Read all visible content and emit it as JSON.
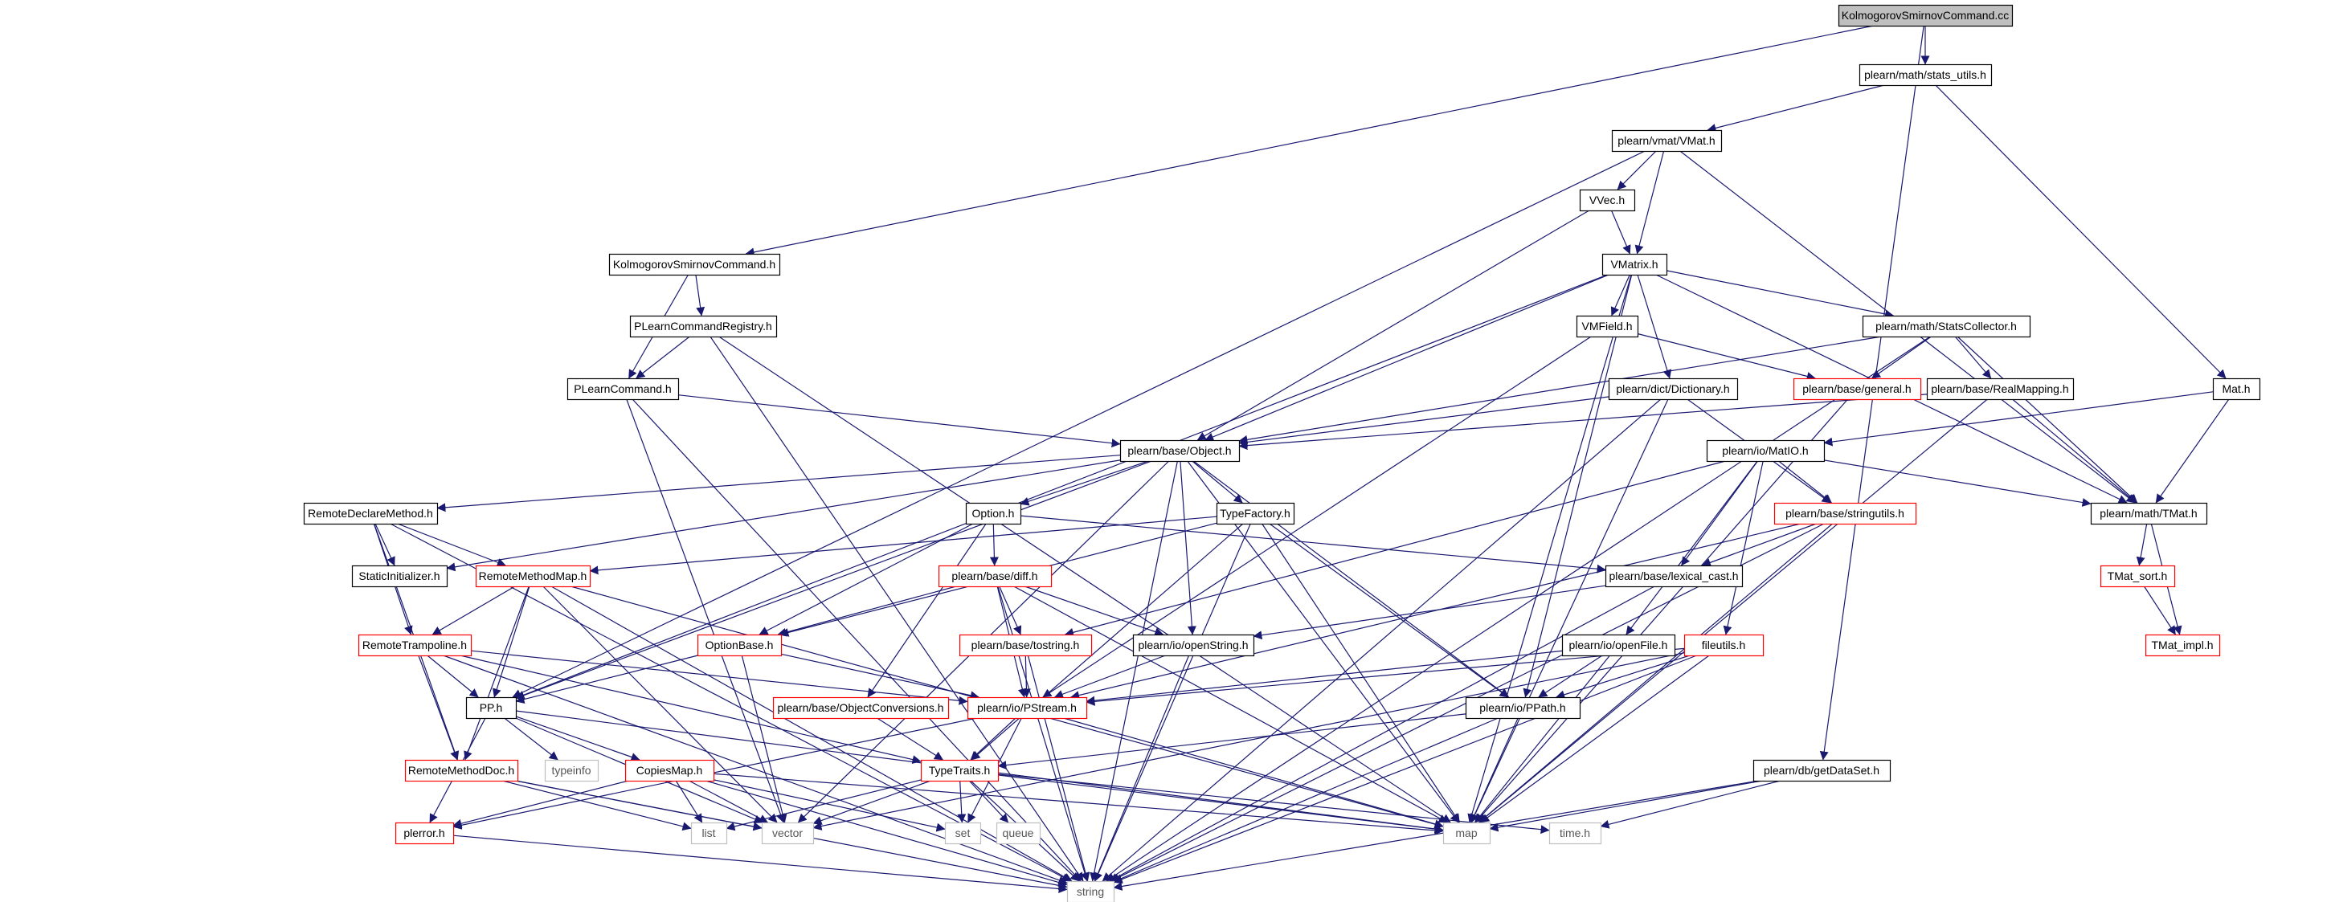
{
  "graph": {
    "nodes": {
      "root": {
        "label": "KolmogorovSmirnovCommand.cc",
        "style": "root"
      },
      "stats_utils": {
        "label": "plearn/math/stats_utils.h",
        "style": "normal"
      },
      "vmat": {
        "label": "plearn/vmat/VMat.h",
        "style": "normal"
      },
      "ksc_h": {
        "label": "KolmogorovSmirnovCommand.h",
        "style": "normal"
      },
      "vvec": {
        "label": "VVec.h",
        "style": "normal"
      },
      "vmatrix": {
        "label": "VMatrix.h",
        "style": "normal"
      },
      "mat": {
        "label": "Mat.h",
        "style": "normal"
      },
      "registry": {
        "label": "PLearnCommandRegistry.h",
        "style": "normal"
      },
      "vmfield": {
        "label": "VMField.h",
        "style": "normal"
      },
      "statscollector": {
        "label": "plearn/math/StatsCollector.h",
        "style": "normal"
      },
      "plcommand": {
        "label": "PLearnCommand.h",
        "style": "normal"
      },
      "dictionary": {
        "label": "plearn/dict/Dictionary.h",
        "style": "normal"
      },
      "general": {
        "label": "plearn/base/general.h",
        "style": "red"
      },
      "realmapping": {
        "label": "plearn/base/RealMapping.h",
        "style": "normal"
      },
      "object": {
        "label": "plearn/base/Object.h",
        "style": "normal"
      },
      "matio": {
        "label": "plearn/io/MatIO.h",
        "style": "normal"
      },
      "remotedeclare": {
        "label": "RemoteDeclareMethod.h",
        "style": "normal"
      },
      "option": {
        "label": "Option.h",
        "style": "normal"
      },
      "typefactory": {
        "label": "TypeFactory.h",
        "style": "normal"
      },
      "stringutils": {
        "label": "plearn/base/stringutils.h",
        "style": "red"
      },
      "tmat": {
        "label": "plearn/math/TMat.h",
        "style": "normal"
      },
      "staticinit": {
        "label": "StaticInitializer.h",
        "style": "normal"
      },
      "remotemethodmap": {
        "label": "RemoteMethodMap.h",
        "style": "red"
      },
      "diff": {
        "label": "plearn/base/diff.h",
        "style": "red"
      },
      "lexicalcast": {
        "label": "plearn/base/lexical_cast.h",
        "style": "normal"
      },
      "tmatsort": {
        "label": "TMat_sort.h",
        "style": "red"
      },
      "remotetrampoline": {
        "label": "RemoteTrampoline.h",
        "style": "red"
      },
      "optionbase": {
        "label": "OptionBase.h",
        "style": "red"
      },
      "tostring": {
        "label": "plearn/base/tostring.h",
        "style": "red"
      },
      "openstring": {
        "label": "plearn/io/openString.h",
        "style": "normal"
      },
      "openfile": {
        "label": "plearn/io/openFile.h",
        "style": "normal"
      },
      "fileutils": {
        "label": "fileutils.h",
        "style": "red"
      },
      "tmatimpl": {
        "label": "TMat_impl.h",
        "style": "red"
      },
      "pp": {
        "label": "PP.h",
        "style": "normal"
      },
      "objconv": {
        "label": "plearn/base/ObjectConversions.h",
        "style": "red"
      },
      "pstream": {
        "label": "plearn/io/PStream.h",
        "style": "red"
      },
      "ppath": {
        "label": "plearn/io/PPath.h",
        "style": "normal"
      },
      "typeinfo": {
        "label": "typeinfo",
        "style": "system"
      },
      "remotemethoddoc": {
        "label": "RemoteMethodDoc.h",
        "style": "red"
      },
      "copiesmap": {
        "label": "CopiesMap.h",
        "style": "red"
      },
      "typetraits": {
        "label": "TypeTraits.h",
        "style": "red"
      },
      "getdataset": {
        "label": "plearn/db/getDataSet.h",
        "style": "normal"
      },
      "perror": {
        "label": "plerror.h",
        "style": "red"
      },
      "list": {
        "label": "list",
        "style": "system"
      },
      "vector": {
        "label": "vector",
        "style": "system"
      },
      "set": {
        "label": "set",
        "style": "system"
      },
      "queue": {
        "label": "queue",
        "style": "system"
      },
      "map": {
        "label": "map",
        "style": "system"
      },
      "time": {
        "label": "time.h",
        "style": "system"
      },
      "string": {
        "label": "string",
        "style": "system"
      }
    },
    "edges": [
      [
        "root",
        "stats_utils"
      ],
      [
        "root",
        "ksc_h"
      ],
      [
        "root",
        "getdataset"
      ],
      [
        "stats_utils",
        "vmat"
      ],
      [
        "stats_utils",
        "mat"
      ],
      [
        "vmat",
        "vvec"
      ],
      [
        "vmat",
        "vmatrix"
      ],
      [
        "vmat",
        "pp"
      ],
      [
        "vmat",
        "tmat"
      ],
      [
        "ksc_h",
        "registry"
      ],
      [
        "ksc_h",
        "plcommand"
      ],
      [
        "vvec",
        "vmatrix"
      ],
      [
        "vvec",
        "object"
      ],
      [
        "vmatrix",
        "vmfield"
      ],
      [
        "vmatrix",
        "statscollector"
      ],
      [
        "vmatrix",
        "dictionary"
      ],
      [
        "vmatrix",
        "object"
      ],
      [
        "vmatrix",
        "ppath"
      ],
      [
        "vmatrix",
        "tmat"
      ],
      [
        "vmatrix",
        "pp"
      ],
      [
        "vmatrix",
        "map"
      ],
      [
        "mat",
        "matio"
      ],
      [
        "mat",
        "tmat"
      ],
      [
        "registry",
        "plcommand"
      ],
      [
        "registry",
        "map"
      ],
      [
        "registry",
        "string"
      ],
      [
        "vmfield",
        "general"
      ],
      [
        "vmfield",
        "pstream"
      ],
      [
        "statscollector",
        "general"
      ],
      [
        "statscollector",
        "realmapping"
      ],
      [
        "statscollector",
        "tmat"
      ],
      [
        "statscollector",
        "object"
      ],
      [
        "statscollector",
        "string"
      ],
      [
        "plcommand",
        "object"
      ],
      [
        "plcommand",
        "vector"
      ],
      [
        "plcommand",
        "string"
      ],
      [
        "dictionary",
        "object"
      ],
      [
        "dictionary",
        "stringutils"
      ],
      [
        "dictionary",
        "map"
      ],
      [
        "dictionary",
        "string"
      ],
      [
        "general",
        "map"
      ],
      [
        "realmapping",
        "object"
      ],
      [
        "realmapping",
        "tmat"
      ],
      [
        "realmapping",
        "map"
      ],
      [
        "object",
        "remotedeclare"
      ],
      [
        "object",
        "option"
      ],
      [
        "object",
        "typefactory"
      ],
      [
        "object",
        "staticinit"
      ],
      [
        "object",
        "openstring"
      ],
      [
        "object",
        "ppath"
      ],
      [
        "object",
        "pp"
      ],
      [
        "object",
        "map"
      ],
      [
        "object",
        "string"
      ],
      [
        "object",
        "vector"
      ],
      [
        "matio",
        "stringutils"
      ],
      [
        "matio",
        "lexicalcast"
      ],
      [
        "matio",
        "fileutils"
      ],
      [
        "matio",
        "openfile"
      ],
      [
        "matio",
        "tmat"
      ],
      [
        "matio",
        "tostring"
      ],
      [
        "remotedeclare",
        "staticinit"
      ],
      [
        "remotedeclare",
        "remotemethodmap"
      ],
      [
        "remotedeclare",
        "remotetrampoline"
      ],
      [
        "remotedeclare",
        "remotemethoddoc"
      ],
      [
        "remotedeclare",
        "string"
      ],
      [
        "option",
        "optionbase"
      ],
      [
        "option",
        "diff"
      ],
      [
        "option",
        "objconv"
      ],
      [
        "option",
        "lexicalcast"
      ],
      [
        "typefactory",
        "remotemethodmap"
      ],
      [
        "typefactory",
        "optionbase"
      ],
      [
        "typefactory",
        "typetraits"
      ],
      [
        "typefactory",
        "ppath"
      ],
      [
        "typefactory",
        "map"
      ],
      [
        "typefactory",
        "string"
      ],
      [
        "stringutils",
        "lexicalcast"
      ],
      [
        "stringutils",
        "pstream"
      ],
      [
        "stringutils",
        "map"
      ],
      [
        "stringutils",
        "string"
      ],
      [
        "tmat",
        "tmatsort"
      ],
      [
        "tmat",
        "tmatimpl"
      ],
      [
        "tmatsort",
        "tmatimpl"
      ],
      [
        "remotemethodmap",
        "remotetrampoline"
      ],
      [
        "remotemethodmap",
        "remotemethoddoc"
      ],
      [
        "remotemethodmap",
        "pp"
      ],
      [
        "remotemethodmap",
        "map"
      ],
      [
        "remotemethodmap",
        "vector"
      ],
      [
        "remotemethodmap",
        "string"
      ],
      [
        "diff",
        "optionbase"
      ],
      [
        "diff",
        "tostring"
      ],
      [
        "diff",
        "openstring"
      ],
      [
        "diff",
        "pstream"
      ],
      [
        "diff",
        "map"
      ],
      [
        "diff",
        "string"
      ],
      [
        "lexicalcast",
        "openstring"
      ],
      [
        "lexicalcast",
        "string"
      ],
      [
        "remotetrampoline",
        "pp"
      ],
      [
        "remotetrampoline",
        "remotemethoddoc"
      ],
      [
        "remotetrampoline",
        "pstream"
      ],
      [
        "remotetrampoline",
        "typetraits"
      ],
      [
        "remotetrampoline",
        "string"
      ],
      [
        "optionbase",
        "pp"
      ],
      [
        "optionbase",
        "pstream"
      ],
      [
        "optionbase",
        "vector"
      ],
      [
        "tostring",
        "pstream"
      ],
      [
        "tostring",
        "string"
      ],
      [
        "openstring",
        "pstream"
      ],
      [
        "openstring",
        "string"
      ],
      [
        "openfile",
        "pstream"
      ],
      [
        "openfile",
        "ppath"
      ],
      [
        "openfile",
        "map"
      ],
      [
        "fileutils",
        "pstream"
      ],
      [
        "fileutils",
        "ppath"
      ],
      [
        "fileutils",
        "vector"
      ],
      [
        "fileutils",
        "map"
      ],
      [
        "fileutils",
        "string"
      ],
      [
        "pp",
        "typeinfo"
      ],
      [
        "pp",
        "copiesmap"
      ],
      [
        "pp",
        "perror"
      ],
      [
        "pp",
        "vector"
      ],
      [
        "pp",
        "map"
      ],
      [
        "objconv",
        "typetraits"
      ],
      [
        "pstream",
        "typetraits"
      ],
      [
        "pstream",
        "perror"
      ],
      [
        "pstream",
        "set"
      ],
      [
        "pstream",
        "map"
      ],
      [
        "ppath",
        "typetraits"
      ],
      [
        "ppath",
        "map"
      ],
      [
        "ppath",
        "string"
      ],
      [
        "remotemethoddoc",
        "list"
      ],
      [
        "remotemethoddoc",
        "vector"
      ],
      [
        "remotemethoddoc",
        "string"
      ],
      [
        "copiesmap",
        "perror"
      ],
      [
        "copiesmap",
        "list"
      ],
      [
        "copiesmap",
        "vector"
      ],
      [
        "copiesmap",
        "set"
      ],
      [
        "copiesmap",
        "map"
      ],
      [
        "copiesmap",
        "string"
      ],
      [
        "typetraits",
        "list"
      ],
      [
        "typetraits",
        "vector"
      ],
      [
        "typetraits",
        "set"
      ],
      [
        "typetraits",
        "queue"
      ],
      [
        "typetraits",
        "map"
      ],
      [
        "typetraits",
        "time"
      ],
      [
        "typetraits",
        "string"
      ],
      [
        "getdataset",
        "map"
      ],
      [
        "getdataset",
        "time"
      ],
      [
        "getdataset",
        "string"
      ],
      [
        "perror",
        "string"
      ]
    ]
  }
}
